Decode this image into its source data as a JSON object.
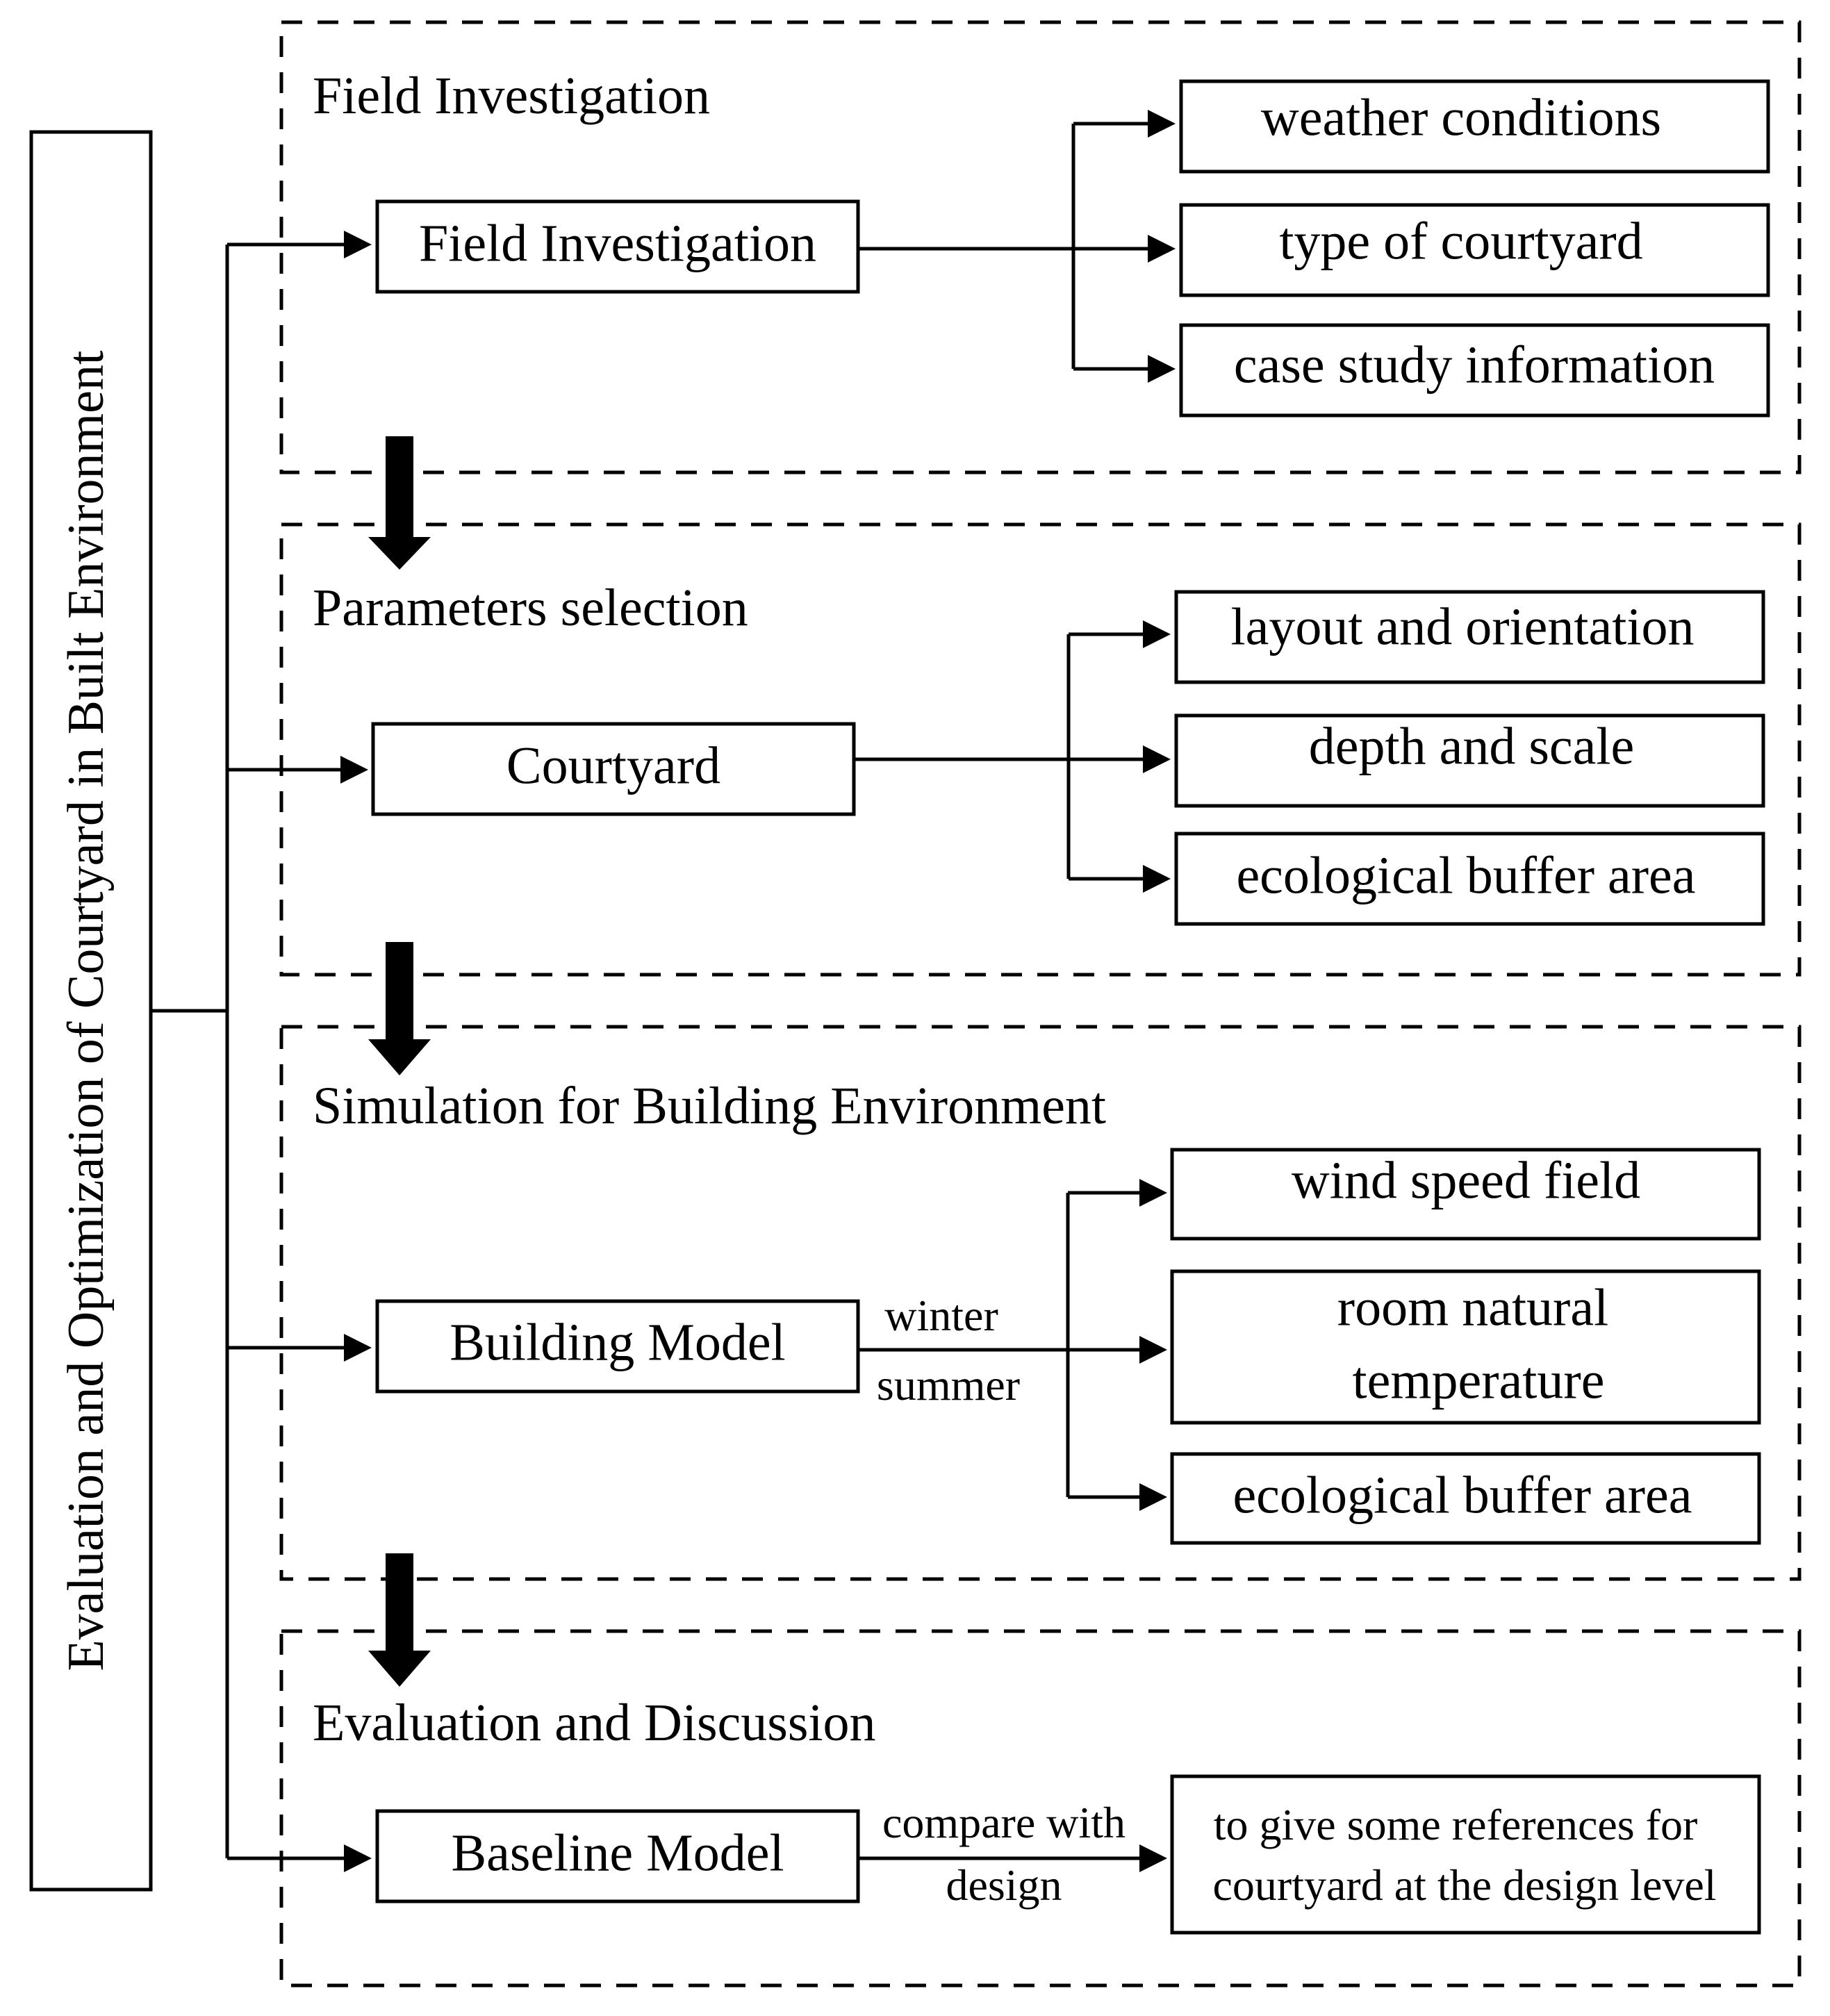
{
  "side_title": "Evaluation and Optimization of Courtyard in Built Environment",
  "sections": [
    {
      "title": "Field Investigation",
      "source": "Field Investigation",
      "outputs": [
        "weather conditions",
        "type of courtyard",
        "case study information"
      ]
    },
    {
      "title": "Parameters selection",
      "source": "Courtyard",
      "outputs": [
        "layout and orientation",
        "depth and scale",
        "ecological buffer area"
      ]
    },
    {
      "title": "Simulation for Building Environment",
      "source": "Building Model",
      "link_labels": [
        "winter",
        "summer"
      ],
      "outputs": [
        "wind speed field",
        "room natural",
        "temperature",
        "ecological buffer area"
      ]
    },
    {
      "title": "Evaluation and Discussion",
      "source": "Baseline Model",
      "link_labels": [
        "compare with",
        "design"
      ],
      "outputs": [
        "to give some references for",
        "courtyard at the design level"
      ]
    }
  ]
}
